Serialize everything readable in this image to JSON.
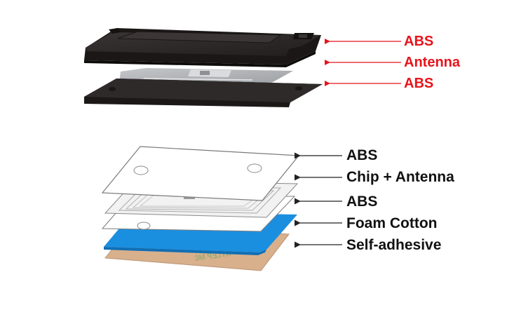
{
  "top_stack": {
    "labels": [
      "ABS",
      "Antenna",
      "ABS"
    ],
    "label_color": "#e8131b",
    "layers": [
      {
        "material": "ABS",
        "color": "#2e2929"
      },
      {
        "material": "Antenna",
        "color": "#b4b7b9"
      },
      {
        "material": "ABS",
        "color": "#2f2a2a"
      }
    ]
  },
  "bottom_stack": {
    "labels": [
      "ABS",
      "Chip + Antenna",
      "ABS",
      "Foam Cotton",
      "Self-adhesive"
    ],
    "label_color": "#111111",
    "layers": [
      {
        "material": "ABS",
        "color": "#ffffff"
      },
      {
        "material": "Chip + Antenna",
        "color": "#ffffff"
      },
      {
        "material": "ABS",
        "color": "#ffffff"
      },
      {
        "material": "Foam Cotton",
        "color": "#1a8fe0"
      },
      {
        "material": "Self-adhesive",
        "color": "#d9b08c"
      }
    ]
  },
  "icons": {
    "arrow": "arrow-left-icon"
  }
}
